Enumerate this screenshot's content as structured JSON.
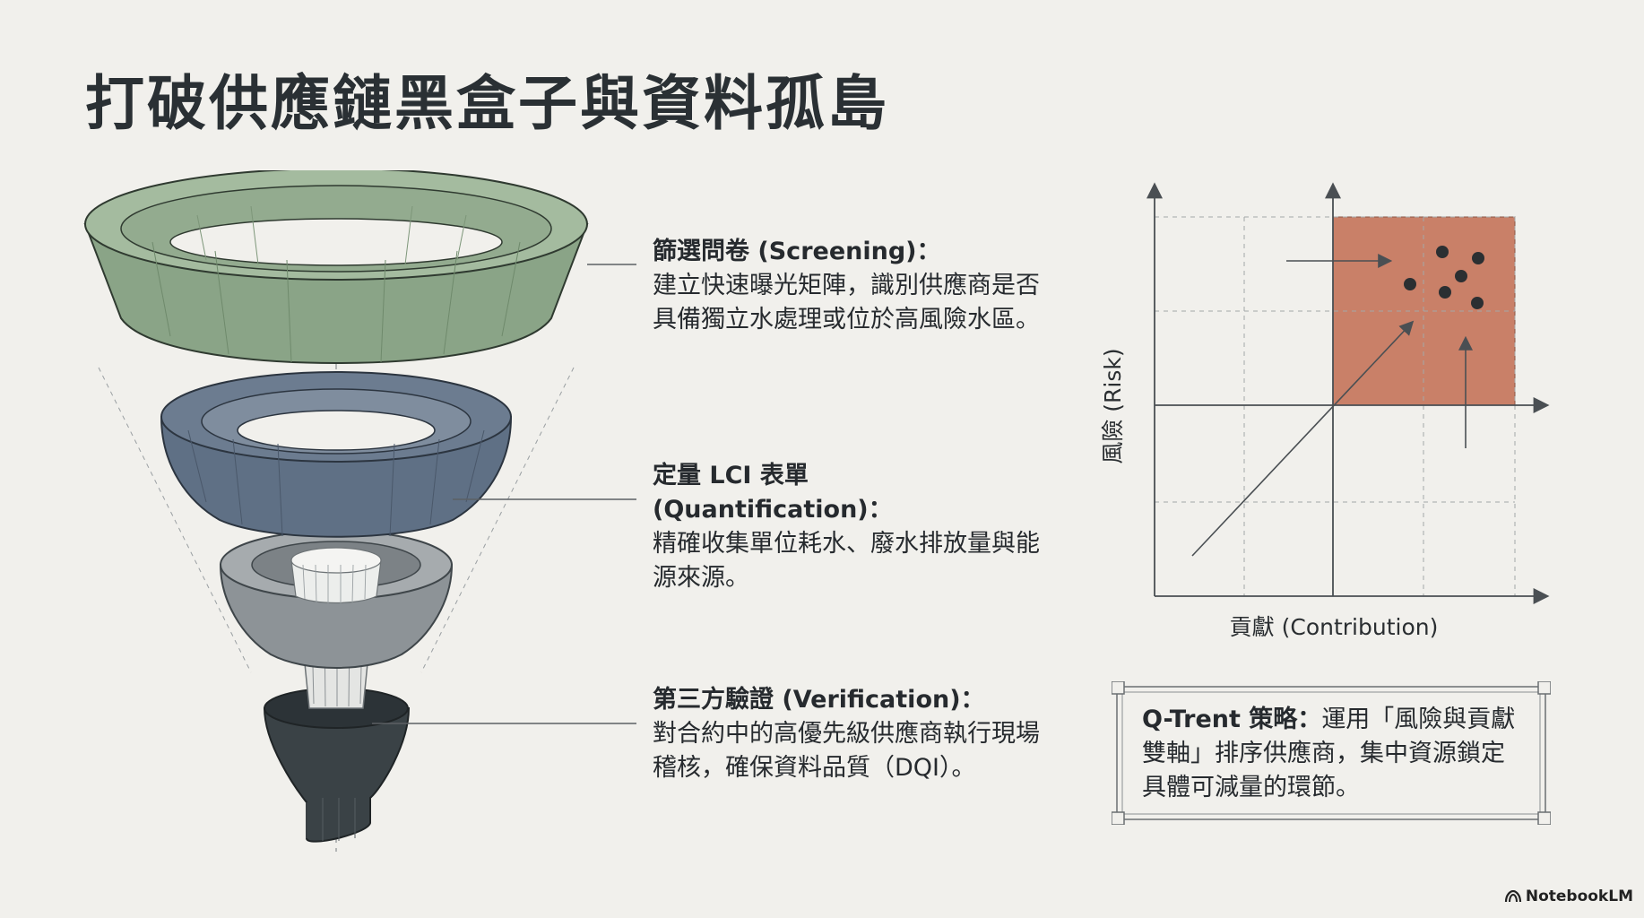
{
  "title": "打破供應鏈黑盒子與資料孤島",
  "steps": [
    {
      "head": "篩選問卷 (Screening)：",
      "body": "建立快速曝光矩陣，識別供應商是否具備獨立水處理或位於高風險水區。"
    },
    {
      "head": "定量 LCI 表單 (Quantification)：",
      "body": "精確收集單位耗水、廢水排放量與能源來源。"
    },
    {
      "head": "第三方驗證 (Verification)：",
      "body": "對合約中的高優先級供應商執行現場稽核，確保資料品質（DQI）。"
    }
  ],
  "matrix": {
    "y_label": "風險 (Risk)",
    "x_label": "貢獻 (Contribution)",
    "highlight_color": "#c98068"
  },
  "callout": {
    "head": "Q-Trent 策略：",
    "body": "運用「風險與貢獻雙軸」排序供應商，集中資源鎖定具體可減量的環節。"
  },
  "brand": {
    "name": "NotebookLM",
    "icon": "notebooklm-logo-icon"
  }
}
